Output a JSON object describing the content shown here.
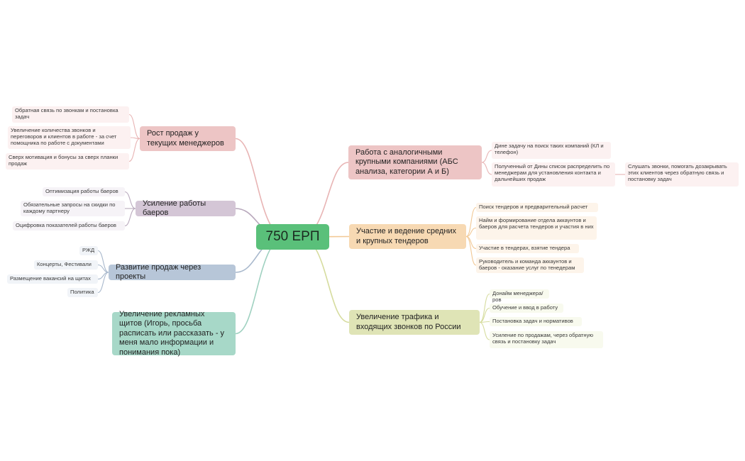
{
  "root": {
    "label": "750 ЕРП"
  },
  "branches": {
    "rost": {
      "label": "Рост продаж у текущих менеджеров",
      "items": [
        "Обратная связь по звонкам и постановка задач",
        "Увеличение количества звонков и переговоров и клиентов в работе - за счет помощника по работе с документами",
        "Сверх мотивация и бонусы за сверх планки продаж"
      ]
    },
    "baer": {
      "label": "Усиление работы баеров",
      "items": [
        "Оптимизация работы баеров",
        "Обязательные запросы на скидки по каждому партнеру",
        "Оцифровка показателей работы баеров"
      ]
    },
    "proj": {
      "label": "Развитие продаж через проекты",
      "items": [
        "РЖД",
        "Концерты, Фестивали",
        "Размещение вакансий на щитах",
        "Политика"
      ]
    },
    "rekl": {
      "label": "Увеличение рекламных щитов (Игорь, просьба расписать или рассказать - у меня мало информации и понимания пока)"
    },
    "abc": {
      "label": "Работа с аналогичными крупными компаниями (АБС анализа, категории А и Б)",
      "items": [
        "Дине задачу на поиск таких компаний (КЛ и телефон)",
        "Полученный от Дины список распределить по менеджерам для установления контакта и дальнейших продаж"
      ],
      "sub_item": "Слушать звонки, помогать дозакрывать этих клиентов через обратную связь и постановку задач"
    },
    "tend": {
      "label": "Участие и ведение средних и крупных тендеров",
      "items": [
        "Поиск тендеров и предварительный расчет",
        "Найм и формирование отдела аккаунтов и баеров для расчета тендеров и участия в них",
        "Участие в тендерах, взятие тендера",
        "Руководитель и команда аккаунтов и баеров - оказание услуг по тенедерам"
      ]
    },
    "traf": {
      "label": "Увеличение трафика и входящих звонков по России",
      "items": [
        "Донайм менеджера/ров",
        "Обучение и ввод в работу",
        "Постановка задач и нормативов",
        "Усиление по продажам, через обратную связь и постановку задач"
      ]
    }
  },
  "colors": {
    "rost": "#e8b4b4",
    "baer": "#b8a8bc",
    "proj": "#a8b8cc",
    "rekl": "#9fd1c0",
    "abc": "#e8b4b4",
    "tend": "#f2c996",
    "traf": "#d6dc9e"
  }
}
